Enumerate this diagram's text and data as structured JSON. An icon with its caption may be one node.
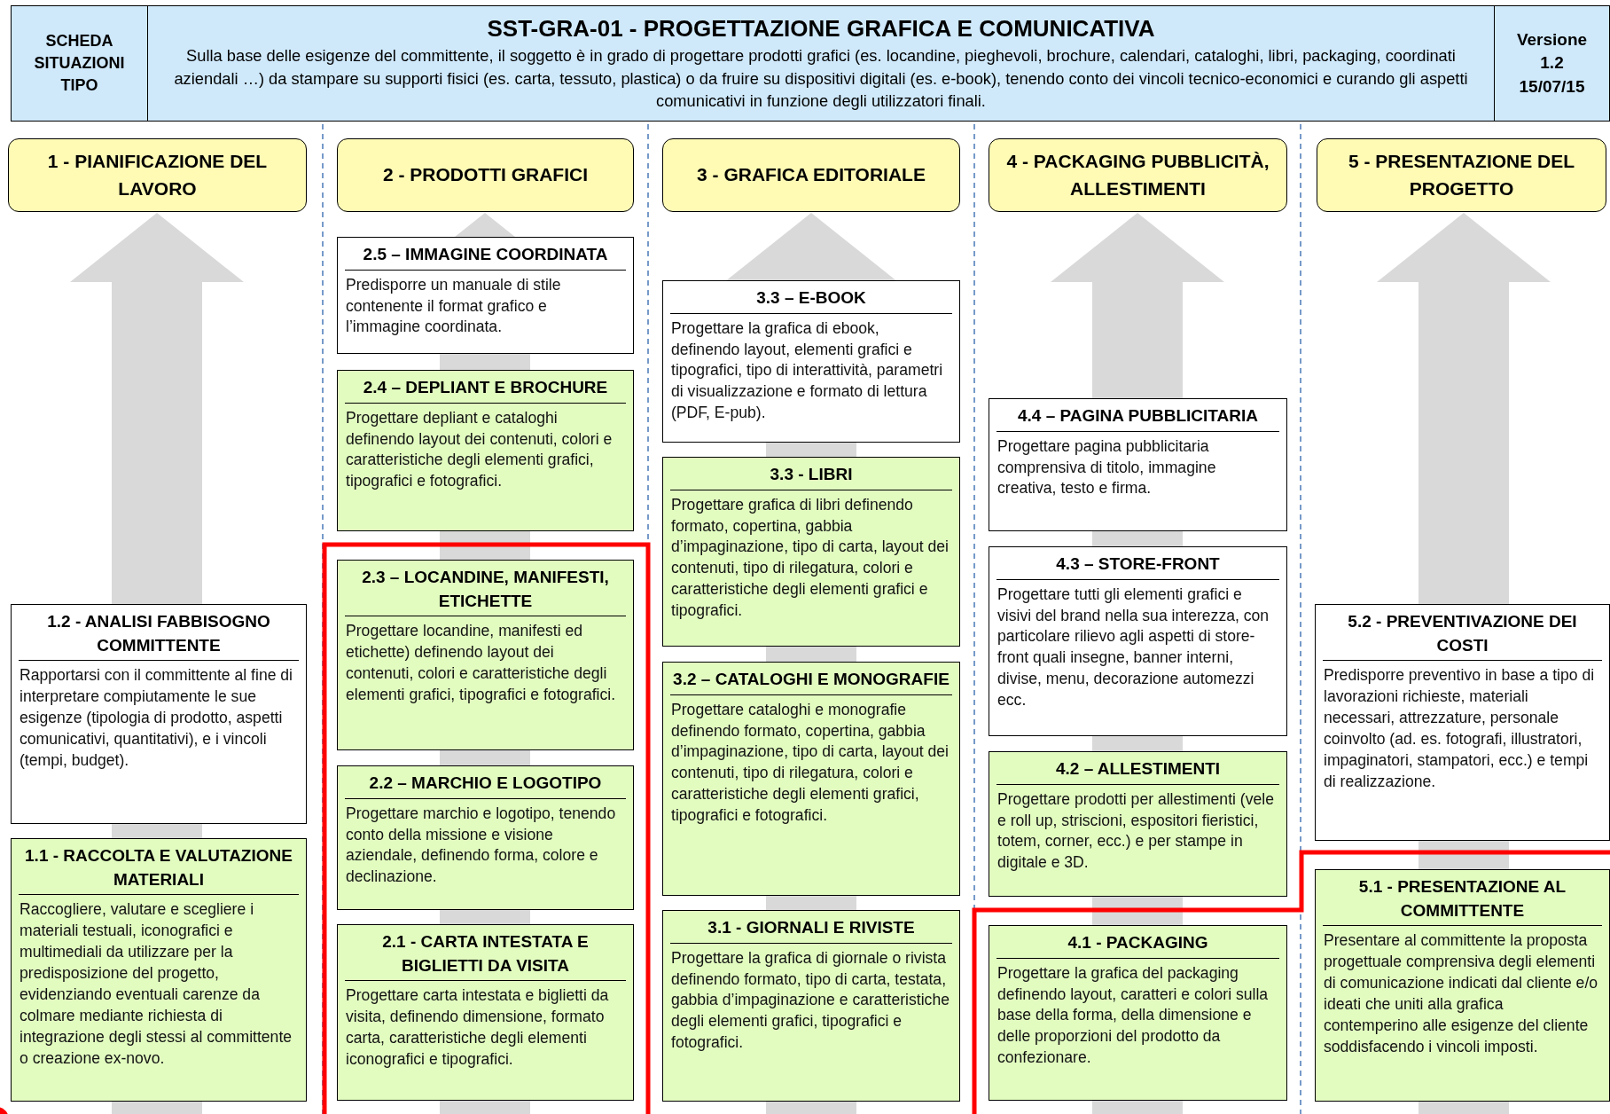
{
  "diagram": {
    "nodes": [
      {
        "text": [
          "SCHEDA SITUAZIONI TIPO"
        ]
      },
      {
        "text": [
          "SST-GRA-01 - PROGETTAZIONE GRAFICA E COMUNICATIVA",
          "Sulla base delle esigenze del committente, il soggetto è in grado di progettare prodotti grafici (es. locandine, pieghevoli, brochure, calendari, cataloghi, libri, packaging, coordinati aziendali …) da stampare su supporti fisici (es. carta, tessuto, plastica) o da fruire su dispositivi digitali (es. e-book), tenendo conto dei vincoli tecnico-economici e curando gli aspetti comunicativi in funzione degli utilizzatori finali."
        ]
      },
      {
        "text": [
          "Versione 1.2 15/07/15"
        ]
      },
      {
        "text": [
          "1 - PIANIFICAZIONE DEL LAVORO"
        ]
      },
      {
        "text": [
          "2 - PRODOTTI GRAFICI"
        ]
      },
      {
        "text": [
          "3 - GRAFICA EDITORIALE"
        ]
      },
      {
        "text": [
          "4 - PACKAGING PUBBLICITÀ, ALLESTIMENTI"
        ]
      },
      {
        "text": [
          "5 - PRESENTAZIONE DEL PROGETTO"
        ]
      },
      {
        "text": [
          "1.2 - ANALISI FABBISOGNO COMMITTENTE",
          "Rapportarsi con il committente al fine di interpretare compiutamente le sue esigenze (tipologia di prodotto, aspetti comunicativi, quantitativi), e i vincoli (tempi, budget)."
        ]
      },
      {
        "text": [
          "1.1 - RACCOLTA E VALUTAZIONE MATERIALI",
          "Raccogliere, valutare e scegliere i materiali testuali, iconografici e multimediali da utilizzare per la predisposizione del progetto, evidenziando eventuali carenze da colmare mediante richiesta di integrazione degli stessi al committente o creazione ex-novo."
        ]
      },
      {
        "text": [
          "2.5 – IMMAGINE COORDINATA",
          "Predisporre un manuale di stile contenente il format grafico e l’immagine coordinata."
        ]
      },
      {
        "text": [
          "2.4 – DEPLIANT E BROCHURE",
          "Progettare depliant e cataloghi definendo layout dei contenuti, colori e caratteristiche degli elementi grafici, tipografici e fotografici."
        ]
      },
      {
        "text": [
          "2.3 – LOCANDINE, MANIFESTI, ETICHETTE",
          "Progettare locandine, manifesti ed etichette) definendo layout dei contenuti, colori e caratteristiche degli elementi grafici, tipografici e fotografici."
        ]
      },
      {
        "text": [
          "2.2 – MARCHIO E LOGOTIPO",
          "Progettare marchio e logotipo, tenendo conto della missione e visione aziendale, definendo forma, colore e declinazione."
        ]
      },
      {
        "text": [
          "2.1 - CARTA INTESTATA E BIGLIETTI DA VISITA",
          "Progettare carta intestata e biglietti da visita, definendo dimensione, formato carta, caratteristiche degli elementi iconografici e tipografici."
        ]
      },
      {
        "text": [
          "3.3 – E-BOOK",
          "Progettare la grafica di ebook, definendo layout, elementi grafici e tipografici, tipo di interattività, parametri di visualizzazione e formato di lettura (PDF, E-pub)."
        ]
      },
      {
        "text": [
          "3.3 - LIBRI",
          "Progettare grafica di libri definendo formato, copertina, gabbia d’impaginazione, tipo di carta, layout dei contenuti, tipo di rilegatura, colori e caratteristiche degli elementi grafici e tipografici."
        ]
      },
      {
        "text": [
          "3.2 – CATALOGHI E MONOGRAFIE",
          "Progettare cataloghi e monografie definendo formato, copertina, gabbia d’impaginazione, tipo di carta, layout dei contenuti, tipo di rilegatura, colori e caratteristiche degli elementi grafici, tipografici e fotografici."
        ]
      },
      {
        "text": [
          "3.1 - GIORNALI E RIVISTE",
          "Progettare la grafica di giornale o rivista definendo formato, tipo di carta, testata, gabbia d’impaginazione e caratteristiche degli elementi grafici, tipografici e fotografici."
        ]
      },
      {
        "text": [
          "4.4 – PAGINA PUBBLICITARIA",
          "Progettare pagina pubblicitaria comprensiva di titolo, immagine creativa, testo e firma."
        ]
      },
      {
        "text": [
          "4.3 – STORE-FRONT",
          "Progettare tutti gli elementi grafici e visivi del brand nella sua interezza, con particolare rilievo agli aspetti di store-front quali insegne, banner interni, divise, menu, decorazione automezzi ecc."
        ]
      },
      {
        "text": [
          "4.2 – ALLESTIMENTI",
          "Progettare prodotti per allestimenti (vele e roll up, striscioni, espositori fieristici, totem, corner, ecc.) e per stampe in digitale e 3D."
        ]
      },
      {
        "text": [
          "4.1 - PACKAGING",
          "Progettare la grafica del packaging definendo layout, caratteri e colori sulla base della forma, della dimensione e delle proporzioni del prodotto da confezionare."
        ]
      },
      {
        "text": [
          "5.2 - PREVENTIVAZIONE DEI COSTI",
          "Predisporre preventivo in base a tipo di lavorazioni richieste, materiali necessari, attrezzature, personale coinvolto (ad. es. fotografi, illustratori, impaginatori, stampatori, ecc.) e tempi di realizzazione."
        ]
      },
      {
        "text": [
          "5.1 - PRESENTAZIONE AL COMMITTENTE",
          "Presentare al committente la proposta progettuale comprensiva degli elementi di comunicazione indicati dal cliente e/o ideati che uniti alla grafica contemperino alle esigenze del cliente soddisfacendo i vincoli imposti."
        ]
      }
    ]
  }
}
